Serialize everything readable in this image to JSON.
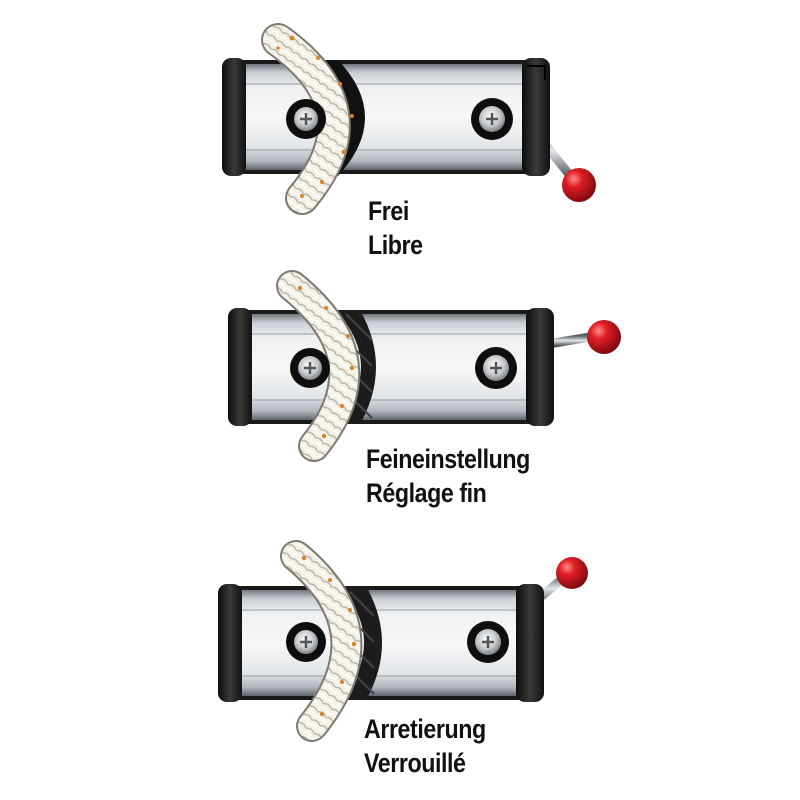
{
  "panels": [
    {
      "id": "free",
      "caption_de": "Frei",
      "caption_fr": "Libre",
      "lever": "down-right"
    },
    {
      "id": "fine",
      "caption_de": "Feineinstellung",
      "caption_fr": "Réglage fin",
      "lever": "right"
    },
    {
      "id": "locked",
      "caption_de": "Arretierung",
      "caption_fr": "Verrouillé",
      "lever": "up-right"
    }
  ],
  "colors": {
    "background": "#ffffff",
    "aluminium_light": "#eef0f2",
    "aluminium_mid": "#b9bec4",
    "end_cap": "#1b1b1b",
    "knob": "#d3141e",
    "rope": "#f4f1e8",
    "rope_fleck": "#d8832a",
    "text": "#111111"
  }
}
